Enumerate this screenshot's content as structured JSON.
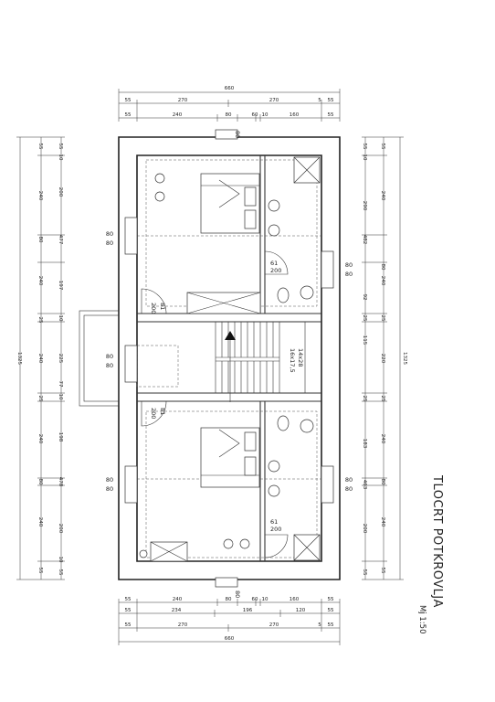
{
  "title": "TLOCRT POTKROVLJA",
  "scale": "Mj 1:50",
  "dimensions": {
    "top_total": "660",
    "top_row1": [
      "55",
      "270",
      "270",
      "5",
      "55"
    ],
    "top_row2": [
      "55",
      "240",
      "80",
      "60",
      "10",
      "160",
      "55"
    ],
    "top_window": "80",
    "bottom_row1": [
      "55",
      "240",
      "80",
      "60",
      "10",
      "160",
      "55"
    ],
    "bottom_row2": [
      "55",
      "234",
      "196",
      "120",
      "55"
    ],
    "bottom_row3": [
      "55",
      "270",
      "270",
      "5",
      "55"
    ],
    "bottom_total": "660",
    "bottom_window": "80",
    "left_total": "1325",
    "left_outer": [
      "55",
      "10",
      "200",
      "477",
      "197",
      "10",
      "225",
      "10",
      "77",
      "198",
      "478",
      "200",
      "10",
      "55"
    ],
    "left_inner": [
      "55",
      "240",
      "80",
      "240",
      "25",
      "240",
      "25",
      "240",
      "80",
      "240",
      "55"
    ],
    "right_total": "1325",
    "right_outer": [
      "55",
      "10",
      "290",
      "482",
      "92",
      "25",
      "115",
      "25",
      "183",
      "463",
      "200",
      "55"
    ],
    "right_inner": [
      "55",
      "240",
      "80",
      "240",
      "25",
      "220",
      "25",
      "240",
      "80",
      "240",
      "55"
    ]
  },
  "openings": {
    "win_left_1": [
      "80",
      "80"
    ],
    "win_left_2": [
      "80",
      "80"
    ],
    "win_left_3": [
      "80",
      "80"
    ],
    "win_right_1": [
      "80",
      "80"
    ],
    "win_right_2": [
      "80",
      "80"
    ],
    "door_upper": [
      "81",
      "200"
    ],
    "door_lower": [
      "81",
      "200"
    ],
    "bath_door_upper": [
      "61",
      "200"
    ],
    "bath_door_lower": [
      "61",
      "200"
    ],
    "stair": [
      "14x28",
      "16x17,5"
    ]
  }
}
